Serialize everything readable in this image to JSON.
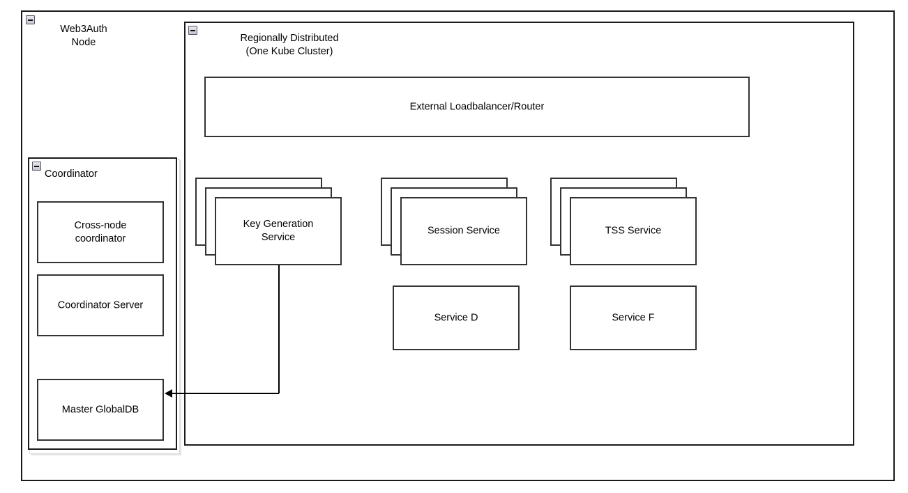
{
  "diagram": {
    "title_hidden": "",
    "outer_node": {
      "label": "Web3Auth\nNode",
      "toggle": "collapse-minus-icon"
    },
    "cluster": {
      "label": "Regionally Distributed\n(One Kube Cluster)",
      "toggle": "collapse-minus-icon"
    },
    "coordinator": {
      "label": "Coordinator",
      "toggle": "collapse-minus-icon",
      "children": [
        {
          "label": "Cross-node\ncoordinator"
        },
        {
          "label": "Coordinator Server"
        },
        {
          "label": "Master GlobalDB"
        }
      ]
    },
    "loadbalancer": {
      "label": "External Loadbalancer/Router"
    },
    "stacked_services": [
      {
        "label": "Key Generation\nService",
        "replicas": 3
      },
      {
        "label": "Session Service",
        "replicas": 3
      },
      {
        "label": "TSS Service",
        "replicas": 3
      }
    ],
    "plain_services": [
      {
        "label": "Service D"
      },
      {
        "label": "Service F"
      }
    ],
    "connections": [
      {
        "from": "Key Generation Service",
        "to": "Master GlobalDB",
        "arrow": "arrow-head-left"
      }
    ],
    "colors": {
      "background": "#ffffff",
      "stroke": "#333333",
      "container_stroke": "#1a1a1a",
      "text": "#000000",
      "toggle_fill": "#d2d2dc",
      "shadow": "#e4e4e4"
    }
  }
}
